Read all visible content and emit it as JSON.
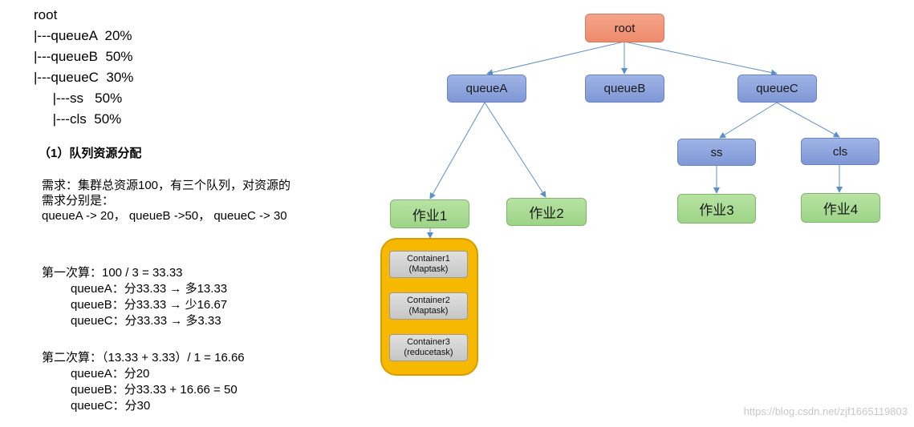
{
  "tree_text": [
    "root",
    "|---queueA  20%",
    "|---queueB  50%",
    "|---queueC  30%",
    "     |---ss   50%",
    "     |---cls  50%"
  ],
  "heading": "（1）队列资源分配",
  "requirement": [
    "需求：集群总资源100，有三个队列，对资源的",
    "需求分别是：",
    "queueA -> 20， queueB ->50， queueC -> 30"
  ],
  "first_calc": {
    "title": "第一次算：100 / 3 = 33.33",
    "lines": [
      "queueA：分33.33 → 多13.33",
      "queueB：分33.33 → 少16.67",
      "queueC：分33.33 → 多3.33"
    ]
  },
  "second_calc": {
    "title": "第二次算：（13.33 + 3.33）/ 1 = 16.66",
    "lines": [
      "queueA：分20",
      "queueB：分33.33 + 16.66 = 50",
      "queueC：分30"
    ]
  },
  "diagram": {
    "root": "root",
    "queues": [
      "queueA",
      "queueB",
      "queueC"
    ],
    "subqueues": [
      "ss",
      "cls"
    ],
    "jobs": [
      "作业1",
      "作业2",
      "作业3",
      "作业4"
    ],
    "containers": [
      {
        "name": "Container1",
        "task": "(Maptask)"
      },
      {
        "name": "Container2",
        "task": "(Maptask)"
      },
      {
        "name": "Container3",
        "task": "(reducetask)"
      }
    ]
  },
  "colors": {
    "root_node": "#ee8a6c",
    "queue_node": "#7f98d6",
    "job_node": "#9dd487",
    "container_group": "#f6b800",
    "container": "#c6c6c6",
    "edge": "#5b8fc9"
  },
  "watermark": "https://blog.csdn.net/zjf1665119803"
}
